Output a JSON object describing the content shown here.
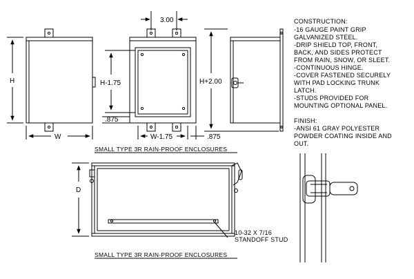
{
  "dimensions": {
    "top_width": "3.00",
    "h": "H",
    "h_minus": "H-1.75",
    "h_plus": "H+2.00",
    "w": "W",
    "w_minus": "W-1.75",
    "bottom_offset": ".875",
    "side_offset": ".875",
    "depth": "D"
  },
  "construction": {
    "heading": "CONSTRUCTION:",
    "lines": [
      "-16 GAUGE PAINT GRIP",
      "GALVANIZED STEEL.",
      "-DRIP SHIELD TOP, FRONT,",
      "BACK, AND SIDES PROTECT",
      "FROM RAIN, SNOW, OR SLEET.",
      "-CONTINUOUS HINGE.",
      "-COVER FASTENED SECURELY",
      "WITH PAD LOCKING TRUNK",
      "LATCH.",
      "-STUDS PROVIDED FOR",
      "MOUNTING OPTIONAL PANEL."
    ]
  },
  "finish": {
    "heading": "FINISH:",
    "lines": [
      "-ANSI 61 GRAY POLYESTER",
      "POWDER COATING INSIDE AND",
      "OUT."
    ]
  },
  "callout": {
    "line1": "10-32 X 7/16",
    "line2": "STANDOFF STUD"
  },
  "captions": {
    "top": "SMALL TYPE 3R RAIN-PROOF ENCLOSURES",
    "bottom": "SMALL TYPE 3R RAIN-PROOF ENCLOSURES"
  }
}
